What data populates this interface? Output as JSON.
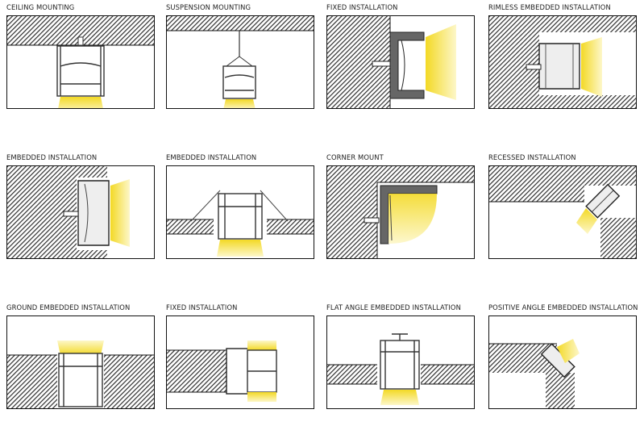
{
  "diagrams": [
    {
      "caption": "CEILING MOUNTING",
      "icon": "ceiling-mount-diagram"
    },
    {
      "caption": "SUSPENSION MOUNTING",
      "icon": "suspension-mount-diagram"
    },
    {
      "caption": "FIXED INSTALLATION",
      "icon": "wall-fixed-diagram"
    },
    {
      "caption": "RIMLESS EMBEDDED INSTALLATION",
      "icon": "rimless-embedded-diagram"
    },
    {
      "caption": "EMBEDDED INSTALLATION",
      "icon": "wall-embedded-diagram"
    },
    {
      "caption": "EMBEDDED INSTALLATION",
      "icon": "ceiling-embedded-diagram"
    },
    {
      "caption": "CORNER MOUNT",
      "icon": "corner-mount-diagram"
    },
    {
      "caption": "RECESSED INSTALLATION",
      "icon": "recessed-corner-diagram"
    },
    {
      "caption": "GROUND EMBEDDED INSTALLATION",
      "icon": "ground-embedded-diagram"
    },
    {
      "caption": "FIXED INSTALLATION",
      "icon": "side-fixed-diagram"
    },
    {
      "caption": "FLAT ANGLE EMBEDDED INSTALLATION",
      "icon": "flat-angle-diagram"
    },
    {
      "caption": "POSITIVE ANGLE EMBEDDED INSTALLATION",
      "icon": "positive-angle-diagram"
    }
  ],
  "colors": {
    "hatch": "#3a3a3a",
    "light": "#f6e25a",
    "profile": "#444444"
  }
}
